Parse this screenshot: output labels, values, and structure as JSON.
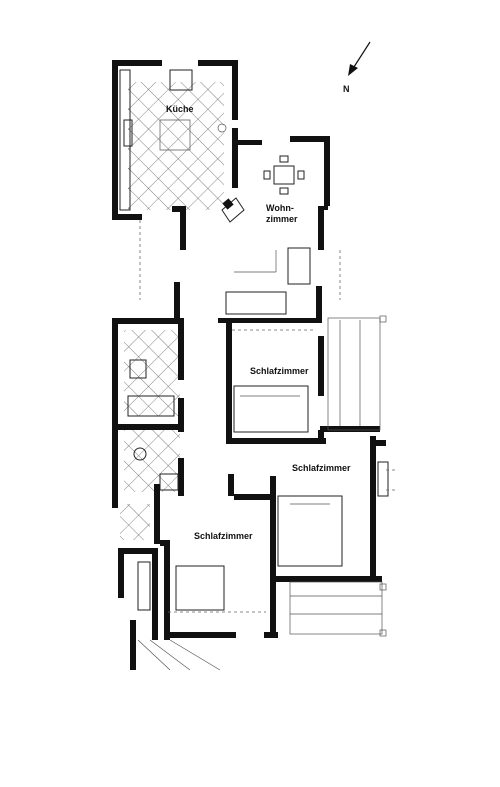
{
  "rooms": {
    "kitchen": "Küche",
    "living_line1": "Wohn-",
    "living_line2": "zimmer",
    "bedroom_1": "Schlafzimmer",
    "bedroom_2": "Schlafzimmer",
    "bedroom_3": "Schlafzimmer"
  },
  "compass": {
    "label": "N"
  }
}
